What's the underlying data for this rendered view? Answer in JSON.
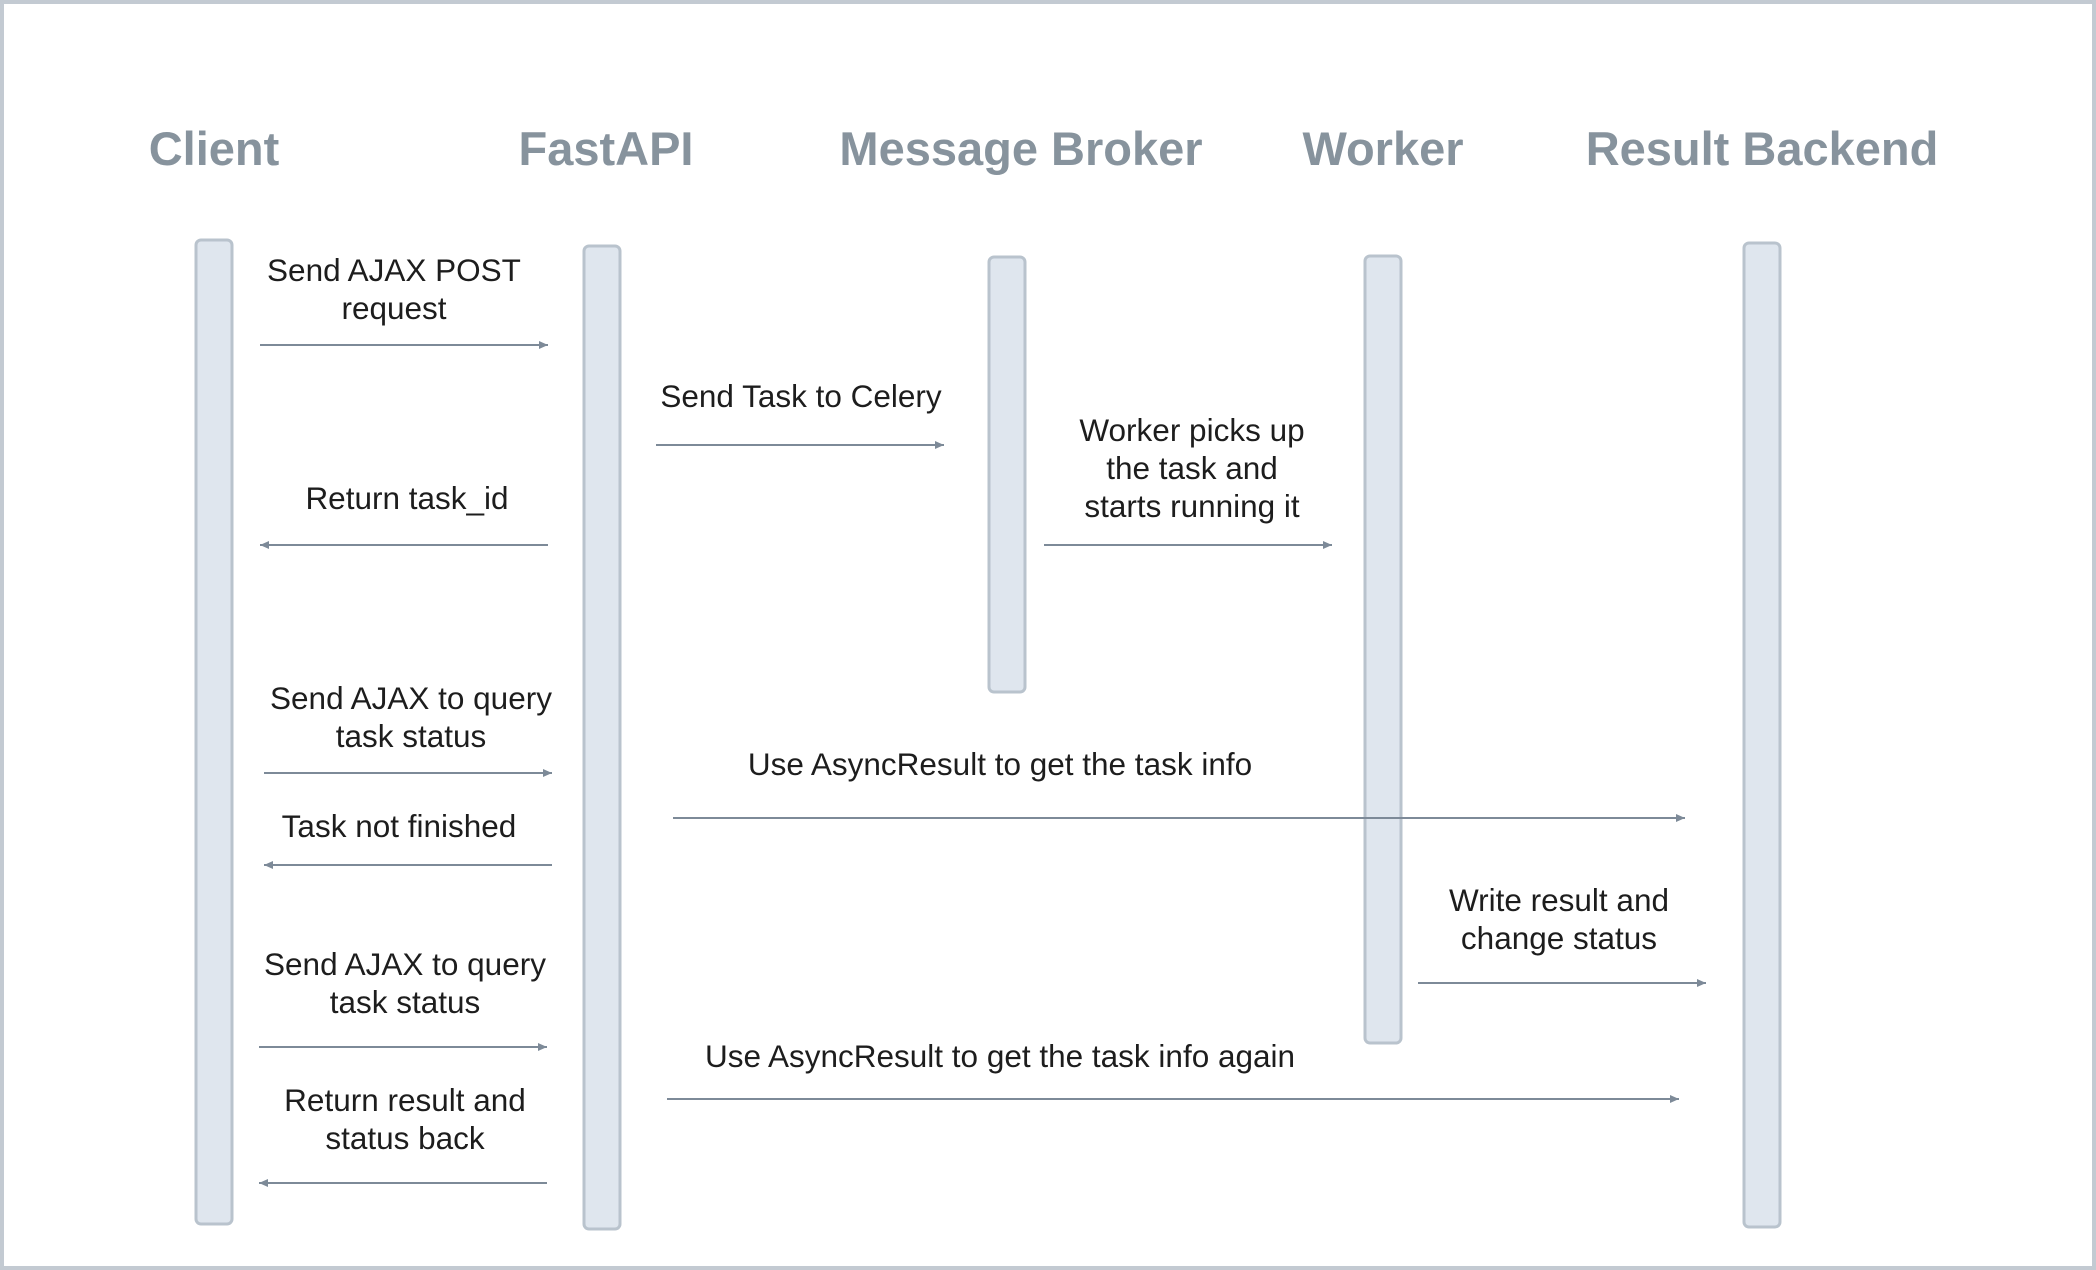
{
  "actors": {
    "client": "Client",
    "fastapi": "FastAPI",
    "broker": "Message Broker",
    "worker": "Worker",
    "backend": "Result Backend"
  },
  "messages": [
    {
      "key": "send-post",
      "from": "client",
      "to": "fastapi",
      "lines": [
        "Send AJAX POST",
        "request"
      ]
    },
    {
      "key": "send-task",
      "from": "fastapi",
      "to": "broker",
      "lines": [
        "Send Task to Celery"
      ]
    },
    {
      "key": "return-task-id",
      "from": "fastapi",
      "to": "client",
      "lines": [
        "Return task_id"
      ]
    },
    {
      "key": "worker-picks",
      "from": "broker",
      "to": "worker",
      "lines": [
        "Worker picks up",
        "the task and",
        "starts running it"
      ]
    },
    {
      "key": "query-status-1",
      "from": "client",
      "to": "fastapi",
      "lines": [
        "Send AJAX to query",
        "task status"
      ]
    },
    {
      "key": "async-result-1",
      "from": "fastapi",
      "to": "backend",
      "lines": [
        "Use AsyncResult to get the task info"
      ]
    },
    {
      "key": "not-finished",
      "from": "fastapi",
      "to": "client",
      "lines": [
        "Task not finished"
      ]
    },
    {
      "key": "write-result",
      "from": "worker",
      "to": "backend",
      "lines": [
        "Write result and",
        "change status"
      ]
    },
    {
      "key": "query-status-2",
      "from": "client",
      "to": "fastapi",
      "lines": [
        "Send AJAX to query",
        "task status"
      ]
    },
    {
      "key": "async-result-2",
      "from": "fastapi",
      "to": "backend",
      "lines": [
        "Use AsyncResult to get the task info again"
      ]
    },
    {
      "key": "return-result",
      "from": "fastapi",
      "to": "client",
      "lines": [
        "Return result and",
        "status back"
      ]
    }
  ]
}
